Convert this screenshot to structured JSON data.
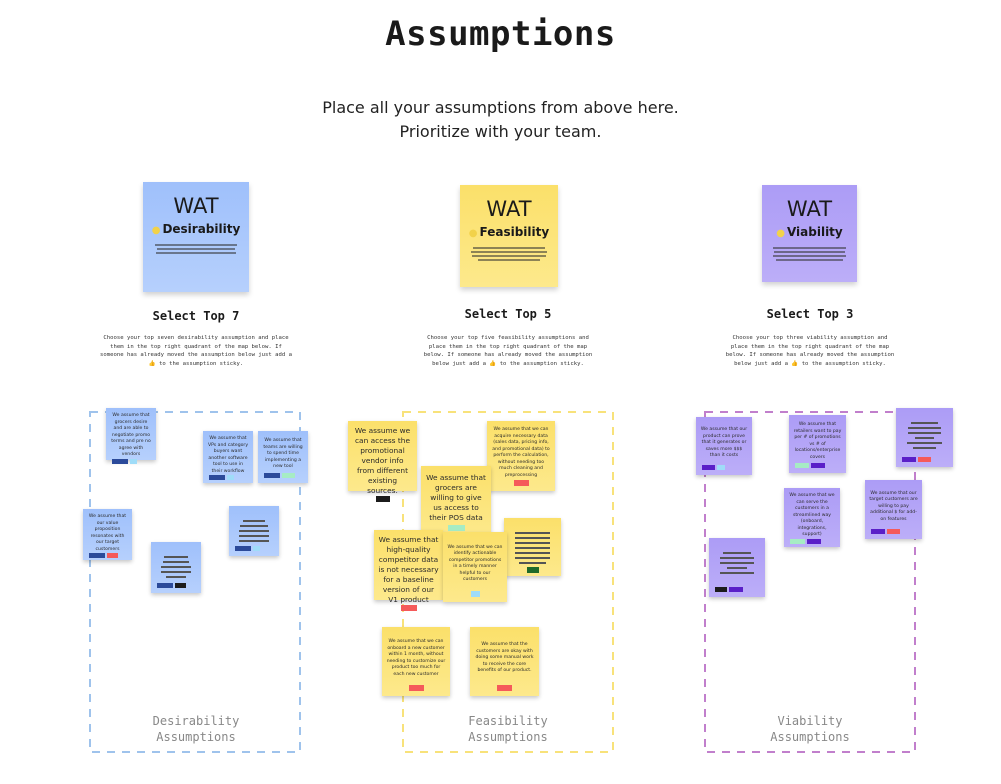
{
  "title": "Assumptions",
  "subtitle": [
    "Place all your assumptions from above here.",
    "Prioritize with your team."
  ],
  "colors": {
    "desirability_border": "#9fc3ec",
    "feasibility_border": "#f8e27a",
    "viability_border": "#c17fcc",
    "tag_navy": "#2b4a9a",
    "tag_lightblue": "#9fdcf8",
    "tag_green": "#a6ecc4",
    "tag_red": "#f55a5a",
    "tag_black": "#1c1c1c",
    "tag_purple": "#5a1fc8",
    "tag_darkgreen": "#1f6a2a"
  },
  "sections": [
    {
      "key": "desirability",
      "wat_title": "WAT",
      "wat_category": "Desirability",
      "select_title": "Select Top 7",
      "select_desc": "Choose your top seven desirability assumption and place them in the top right quadrant of the map below. If someone has already moved the assumption below just add a 👍 to the assumption sticky.",
      "zone_label": [
        "Desirability",
        "Assumptions"
      ],
      "stickies": [
        {
          "text": "We assume that grocers desire and are able to negotiate promo terms and pre no agree with vendors",
          "tags": [
            "tag_navy",
            "tag_lightblue"
          ]
        },
        {
          "text": "We assume that VPs and category buyers want another software tool to use in their workflow",
          "tags": [
            "tag_navy",
            "tag_lightblue"
          ]
        },
        {
          "text": "We assume that teams are willing to spend time implementing a new tool",
          "tags": [
            "tag_navy",
            "tag_green"
          ]
        },
        {
          "text": "We assume that our value proposition resonates with our target customers",
          "tags": [
            "tag_navy",
            "tag_red"
          ]
        },
        {
          "text": "",
          "tags": [
            "tag_navy",
            "tag_lightblue"
          ]
        },
        {
          "text": "",
          "tags": [
            "tag_navy",
            "tag_black"
          ]
        }
      ]
    },
    {
      "key": "feasibility",
      "wat_title": "WAT",
      "wat_category": "Feasibility",
      "select_title": "Select Top 5",
      "select_desc": "Choose your top five feasibility assumptions and place them in the top right quadrant of the map below. If someone has already moved the assumption below just add a 👍 to the assumption sticky.",
      "zone_label": [
        "Feasibility",
        "Assumptions"
      ],
      "stickies": [
        {
          "text": "We assume we can access the promotional vendor info from different existing sources.",
          "tags": [
            "tag_black"
          ]
        },
        {
          "text": "We assume that we can acquire necessary data (sales data, pricing info, and promotional data) to perform the calculation, without needing too much cleaning and preprocessing",
          "tags": [
            "tag_red"
          ]
        },
        {
          "text": "We assume that grocers are willing to give us access to their POS data",
          "tags": [
            "tag_green"
          ]
        },
        {
          "text": "We assume that high-quality competitor data is not necessary for a baseline version of our V1 product",
          "tags": [
            "tag_red"
          ]
        },
        {
          "text": "We assume that we can identify actionable competitor promotions in a timely manner helpful to our customers",
          "tags": [
            "tag_lightblue"
          ]
        },
        {
          "text": "",
          "tags": [
            "tag_darkgreen"
          ]
        },
        {
          "text": "We assume that we can onboard a new customer within 1 month, without needing to customize our product too much for each new customer",
          "tags": [
            "tag_red"
          ]
        },
        {
          "text": "We assume that the customers are okay with doing some manual work to receive the core benefits of our product.",
          "tags": [
            "tag_red"
          ]
        }
      ]
    },
    {
      "key": "viability",
      "wat_title": "WAT",
      "wat_category": "Viability",
      "select_title": "Select Top 3",
      "select_desc": "Choose your top three viability assumption and place them in the top right quadrant of the map below. If someone has already moved the assumption below just add a 👍 to the assumption sticky.",
      "zone_label": [
        "Viability",
        "Assumptions"
      ],
      "stickies": [
        {
          "text": "We assume that our product can prove that it generates or saves more $$$ than it costs",
          "tags": [
            "tag_purple",
            "tag_lightblue"
          ]
        },
        {
          "text": "We assume that retailers want to pay per # of promotions vs # of locations/enterprise covers",
          "tags": [
            "tag_green",
            "tag_purple"
          ]
        },
        {
          "text": "",
          "tags": [
            "tag_purple",
            "tag_red"
          ]
        },
        {
          "text": "We assume that we can serve the customers in a streamlined way (onboard, integrations, support)",
          "tags": [
            "tag_green",
            "tag_purple"
          ]
        },
        {
          "text": "We assume that our target customers are willing to pay additional $ for add-on features",
          "tags": [
            "tag_purple",
            "tag_red"
          ]
        },
        {
          "text": "",
          "tags": [
            "tag_black",
            "tag_purple"
          ]
        }
      ]
    }
  ]
}
